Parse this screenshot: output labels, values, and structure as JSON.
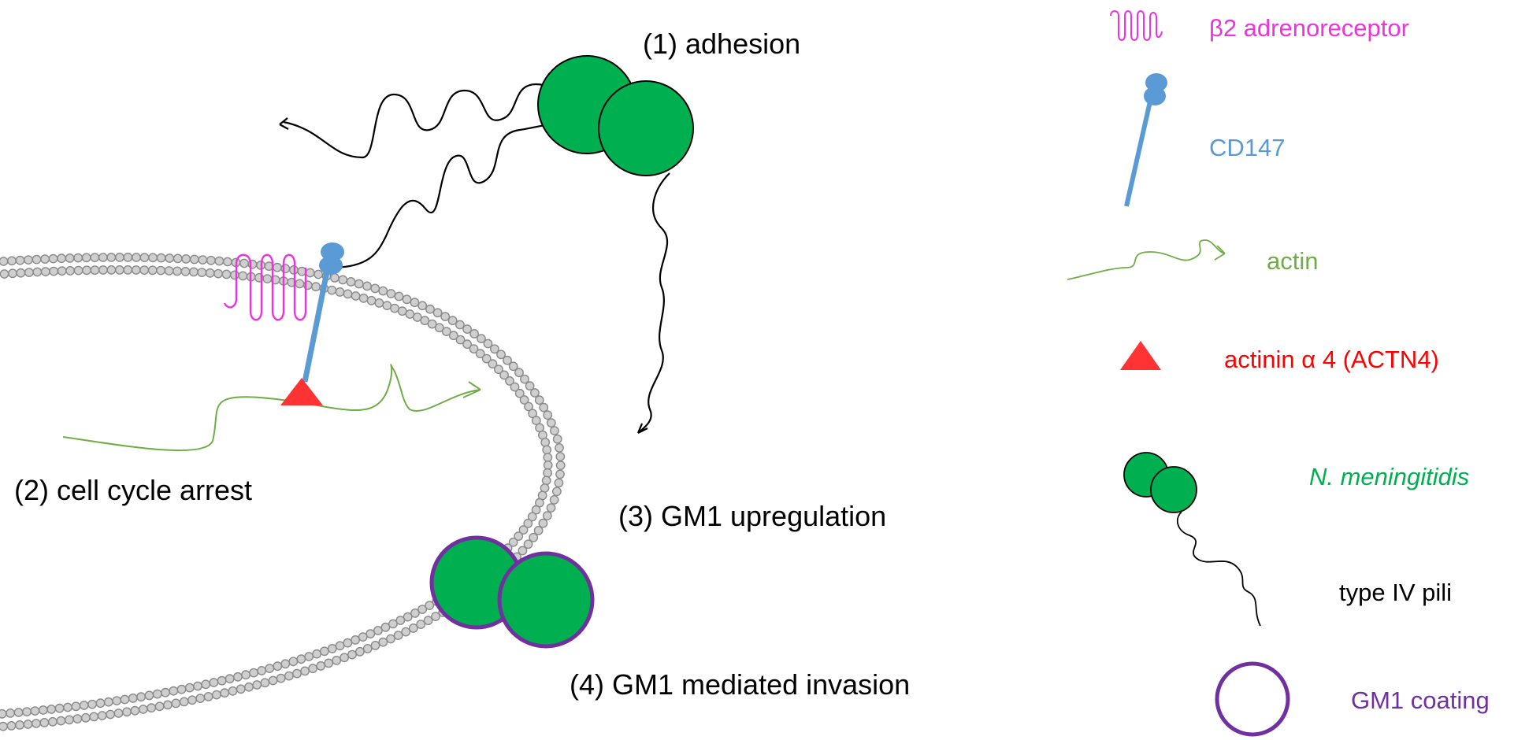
{
  "steps": {
    "adhesion": "(1) adhesion",
    "cell_cycle_arrest": "(2) cell cycle arrest",
    "gm1_upregulation": "(3) GM1 upregulation",
    "gm1_invasion": "(4) GM1 mediated invasion"
  },
  "legend": {
    "b2_receptor": {
      "label": "β2 adrenoreceptor",
      "color": "#ee33dd"
    },
    "cd147": {
      "label": "CD147",
      "color": "#5b9bd5"
    },
    "actin": {
      "label": "actin",
      "color": "#70ad47"
    },
    "actn4": {
      "label": "actinin α 4 (ACTN4)",
      "color": "#ff0000"
    },
    "n_meningitidis": {
      "label": "N. meningitidis",
      "color": "#00b050"
    },
    "type_iv_pili": {
      "label": "type IV pili",
      "color": "#000000"
    },
    "gm1_coating": {
      "label": "GM1 coating",
      "color": "#7030a0"
    }
  },
  "colors": {
    "membrane": "#8a8a8a",
    "membrane_fill": "#cfcfcf",
    "bacteria_fill": "#00b050",
    "triangle": "#ff3333"
  }
}
